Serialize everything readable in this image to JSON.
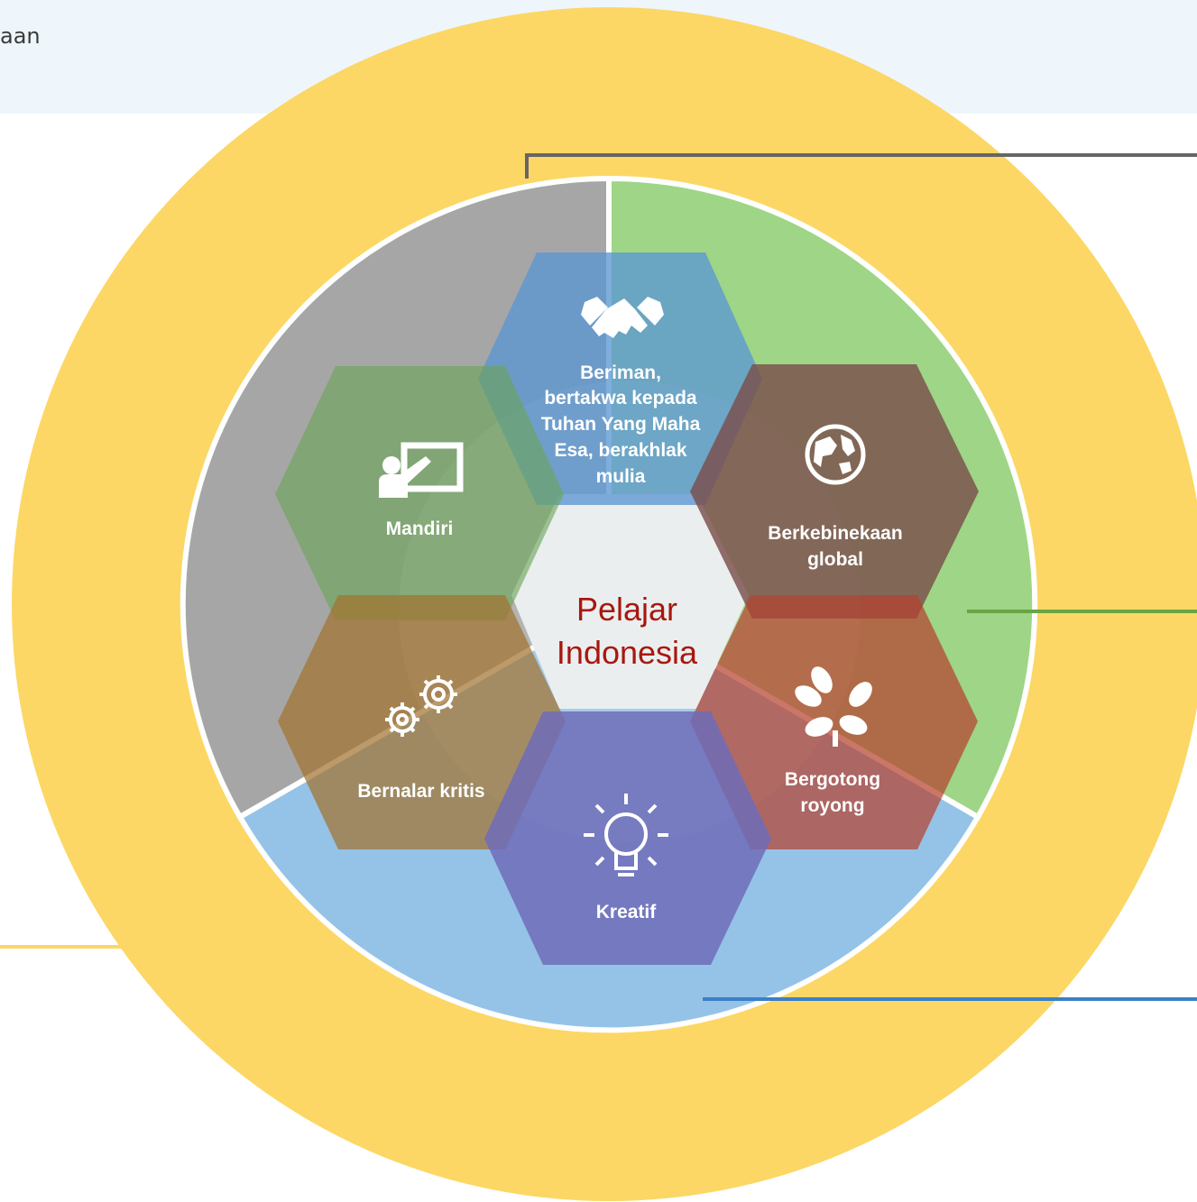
{
  "header": {
    "text": "aan"
  },
  "center": {
    "line1": "Pelajar",
    "line2": "Indonesia"
  },
  "hexagons": [
    {
      "id": "beriman",
      "icon": "handshake-icon",
      "color": "#5b97d2",
      "lines": [
        "Beriman,",
        "bertakwa kepada",
        "Tuhan Yang Maha",
        "Esa, berakhlak",
        "mulia"
      ]
    },
    {
      "id": "mandiri",
      "icon": "presentation-icon",
      "color": "#6aa456",
      "lines": [
        "Mandiri"
      ]
    },
    {
      "id": "berkebinekaan",
      "icon": "globe-icon",
      "color": "#7a4e4c",
      "lines": [
        "Berkebinekaan",
        "global"
      ]
    },
    {
      "id": "bernalar",
      "icon": "gears-icon",
      "color": "#a2732f",
      "lines": [
        "Bernalar kritis"
      ]
    },
    {
      "id": "bergotong",
      "icon": "hands-circle-icon",
      "color": "#b5432f",
      "lines": [
        "Bergotong",
        "royong"
      ]
    },
    {
      "id": "kreatif",
      "icon": "lightbulb-icon",
      "color": "#6e6cb8",
      "lines": [
        "Kreatif"
      ]
    }
  ],
  "colors": {
    "outer_ring": "#fcd765",
    "segment_gray": "#a6a6a6",
    "segment_green": "#9ed586",
    "segment_blue": "#95c3e8",
    "center_hex": "#e8ebec",
    "center_text": "#a8170f"
  }
}
